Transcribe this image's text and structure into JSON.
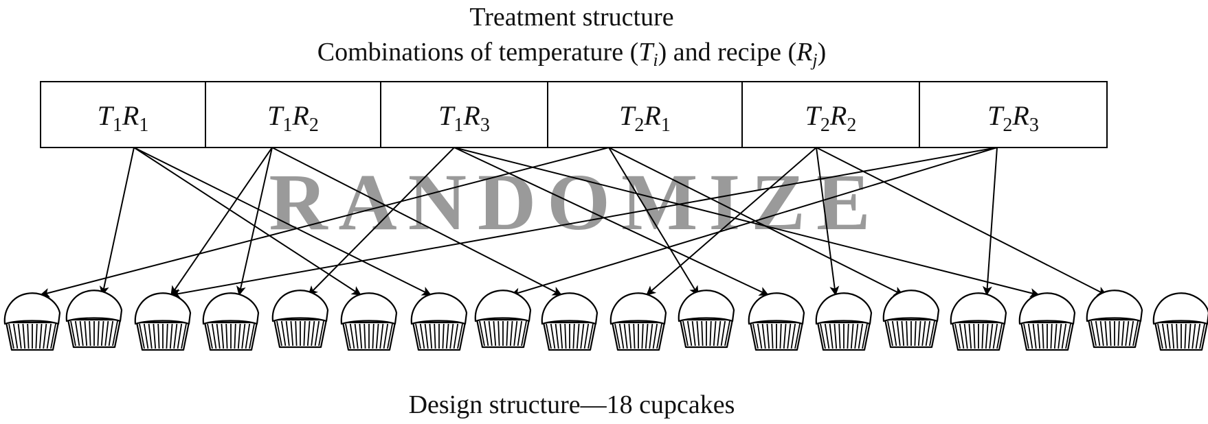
{
  "header": {
    "title": "Treatment structure",
    "subtitle_prefix": "Combinations of temperature (",
    "subtitle_t": "T",
    "subtitle_t_sub": "i",
    "subtitle_middle": ") and recipe (",
    "subtitle_r": "R",
    "subtitle_r_sub": "j",
    "subtitle_suffix": ")"
  },
  "treatments": [
    {
      "t": "T",
      "t_sub": "1",
      "r": "R",
      "r_sub": "1"
    },
    {
      "t": "T",
      "t_sub": "1",
      "r": "R",
      "r_sub": "2"
    },
    {
      "t": "T",
      "t_sub": "1",
      "r": "R",
      "r_sub": "3"
    },
    {
      "t": "T",
      "t_sub": "2",
      "r": "R",
      "r_sub": "1"
    },
    {
      "t": "T",
      "t_sub": "2",
      "r": "R",
      "r_sub": "2"
    },
    {
      "t": "T",
      "t_sub": "2",
      "r": "R",
      "r_sub": "3"
    }
  ],
  "watermark": "RANDOMIZE",
  "footer": "Design structure—18 cupcakes",
  "cupcake_count": 18,
  "assignments": [
    {
      "treatment": 0,
      "cupcakes": [
        1,
        5,
        6
      ]
    },
    {
      "treatment": 1,
      "cupcakes": [
        3,
        8,
        2
      ]
    },
    {
      "treatment": 2,
      "cupcakes": [
        4,
        11,
        15
      ]
    },
    {
      "treatment": 3,
      "cupcakes": [
        0,
        10,
        13
      ]
    },
    {
      "treatment": 4,
      "cupcakes": [
        9,
        12,
        16
      ]
    },
    {
      "treatment": 5,
      "cupcakes": [
        2,
        7,
        14
      ]
    }
  ]
}
